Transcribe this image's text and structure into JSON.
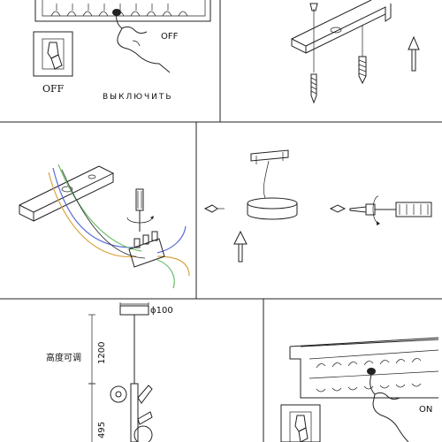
{
  "panels": {
    "switch_off": {
      "switch_label": "OFF",
      "breaker_label": "OFF",
      "caption": "ВЫКЛЮЧИТЬ"
    },
    "wiring": {},
    "mount": {},
    "canopy": {},
    "dimensions": {
      "diameter": "ϕ100",
      "cable_length": "1200",
      "adjustable_label": "高度可调",
      "body_length": "495"
    },
    "switch_on": {
      "breaker_label": "ON"
    }
  }
}
